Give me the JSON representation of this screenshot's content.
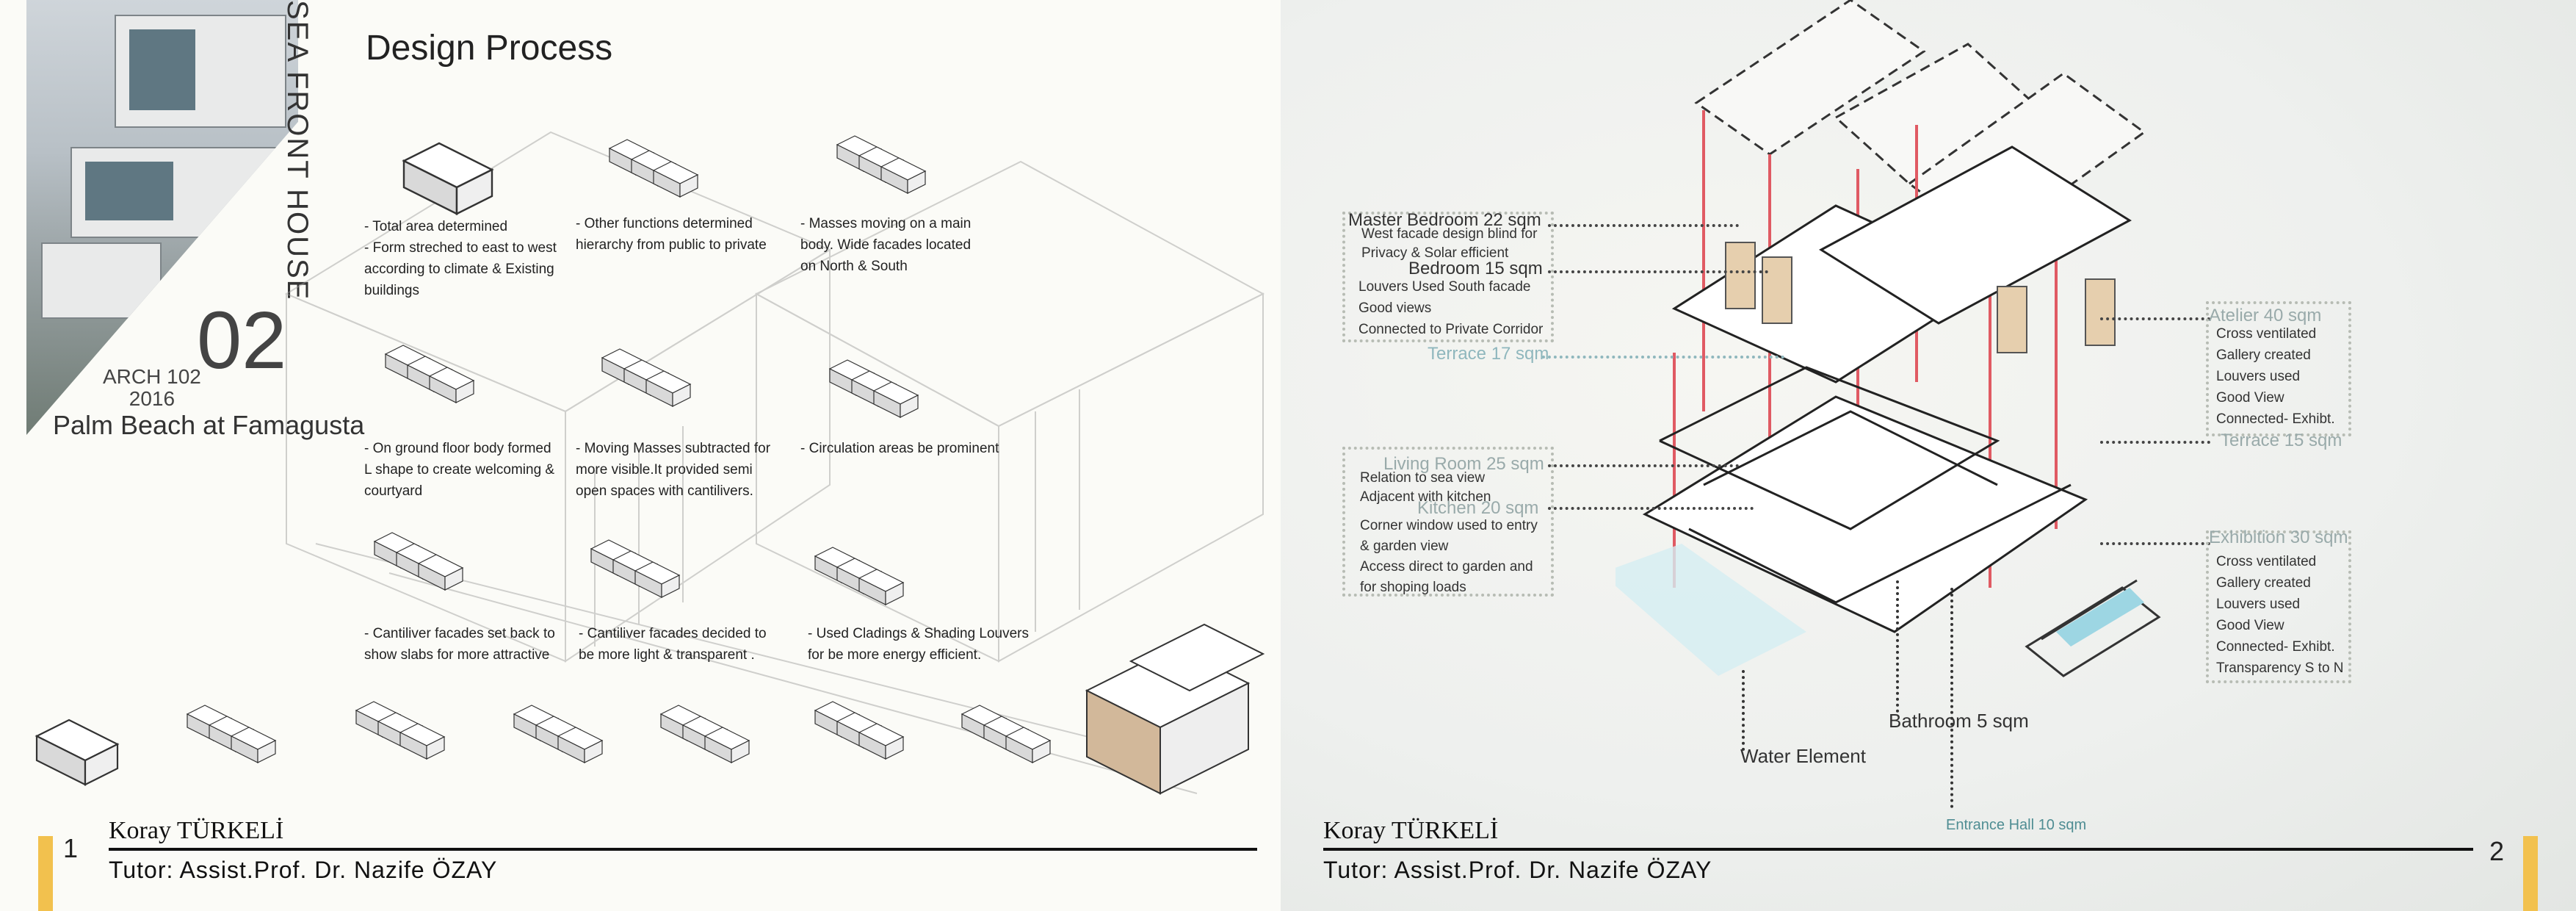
{
  "left": {
    "vertical_title": "SEA FRONT HOUSE",
    "number": "02",
    "course": "ARCH 102",
    "year": "2016",
    "location": "Palm Beach at Famagusta",
    "heading": "Design Process",
    "steps": [
      [
        "- Total area determined",
        "- Form streched to east to west",
        "according to climate & Existing",
        "buildings"
      ],
      [
        "- Other functions determined",
        "hierarchy from public to private"
      ],
      [
        "- Masses moving on a main",
        "body. Wide facades located",
        "on North & South"
      ],
      [
        "- On ground floor body formed",
        "L shape to create welcoming &",
        "courtyard"
      ],
      [
        "- Moving Masses subtracted for",
        "more visible.It provided semi",
        "open spaces with cantilivers."
      ],
      [
        "- Circulation areas be prominent"
      ],
      [
        "- Cantiliver facades set back to",
        "show slabs for more attractive"
      ],
      [
        "- Cantiliver facades decided to",
        "be more light & transparent ."
      ],
      [
        "- Used Cladings & Shading Louvers",
        "for be more energy efficient."
      ]
    ],
    "footer": {
      "name": "Koray TÜRKELİ",
      "tutor": "Tutor: Assist.Prof. Dr. Nazife ÖZAY",
      "page": "1"
    }
  },
  "right": {
    "master_bedroom": "Master Bedroom 22 sqm",
    "master_notes": [
      "West facade design blind for",
      "Privacy & Solar efficient"
    ],
    "bedroom": "Bedroom 15 sqm",
    "bedroom_notes": [
      "Louvers Used South facade",
      "Good views",
      "Connected to Private Corridor"
    ],
    "terrace17": "Terrace 17 sqm",
    "living": "Living Room 25 sqm",
    "living_notes": [
      "Relation to sea view",
      "Adjacent with kitchen"
    ],
    "kitchen": "Kitchen 20 sqm",
    "kitchen_notes": [
      "Corner window used to entry",
      "& garden view",
      "Access direct to garden and",
      "for shoping loads"
    ],
    "atelier": "Atelier 40 sqm",
    "atelier_notes": [
      "Cross ventilated",
      "Gallery created",
      "Louvers used",
      "Good View",
      "Connected- Exhibt."
    ],
    "terrace15": "Terrace 15 sqm",
    "exhibition": "Exhibition 30 sqm",
    "exhibition_notes": [
      "Cross ventilated",
      "Gallery created",
      "Louvers used",
      "Good View",
      "Connected- Exhibt.",
      "Transparency S to N"
    ],
    "bathroom": "Bathroom 5 sqm",
    "water": "Water Element",
    "entrance": "Entrance Hall 10 sqm",
    "footer": {
      "name": "Koray TÜRKELİ",
      "tutor": "Tutor: Assist.Prof. Dr. Nazife ÖZAY",
      "page": "2"
    }
  }
}
